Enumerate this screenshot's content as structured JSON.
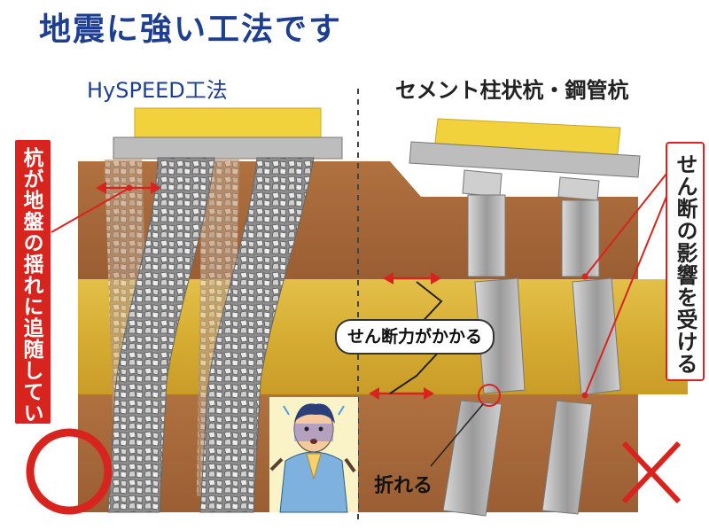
{
  "title": "地震に強い工法です",
  "left": {
    "heading": "HySPEED工法",
    "callout": "杭が地盤の揺れに追随していく"
  },
  "right": {
    "heading": "セメント柱状杭・鋼管杭",
    "callout": "せん断の影響を受ける",
    "shear_label": "せん断力がかかる",
    "broken_label": "折れる"
  },
  "colors": {
    "title": "#1e3f8f",
    "soil_brown": "#a8683a",
    "clay_yellow": "#d8b23a",
    "cap_yellow": "#f2d23c",
    "red": "#d8241e"
  },
  "icons": [
    "good-circle-icon",
    "bad-cross-icon",
    "worried-man-icon",
    "double-arrow-icon"
  ]
}
